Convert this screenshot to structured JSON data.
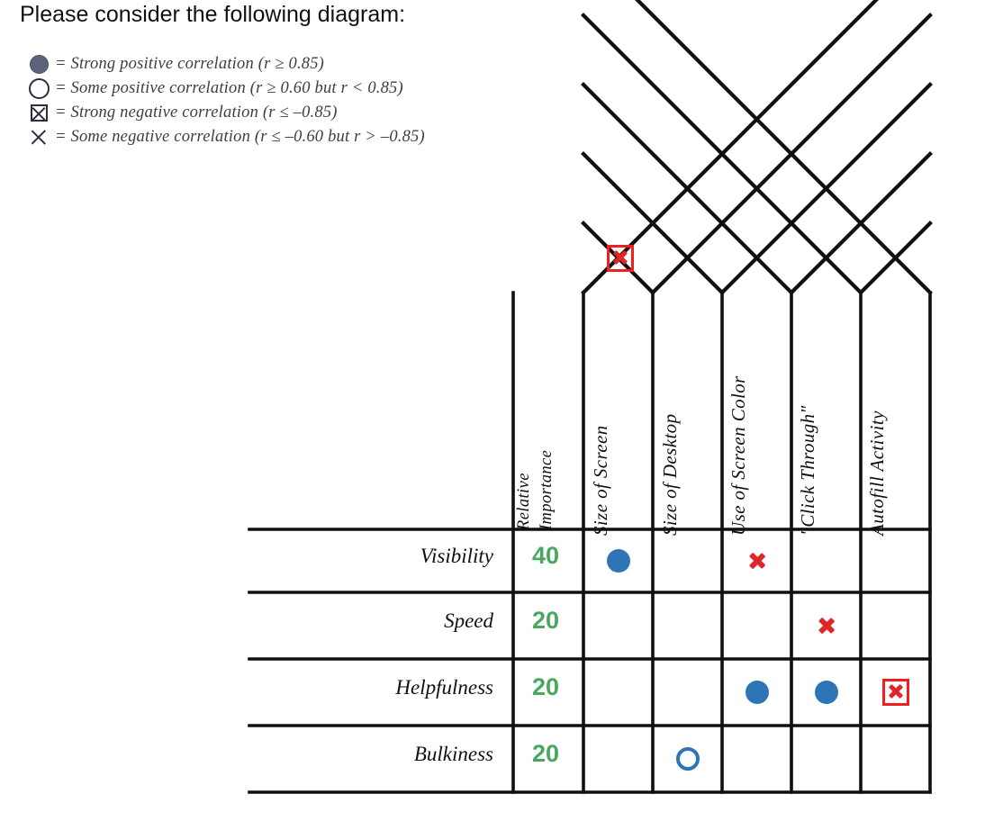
{
  "prompt": {
    "text": "Please consider the following diagram:"
  },
  "legend": {
    "items": [
      {
        "icon": "filled-circle-icon",
        "symbol": "filled-circle",
        "text": "= Strong positive correlation (r ≥ 0.85)"
      },
      {
        "icon": "open-circle-icon",
        "symbol": "open-circle",
        "text": "= Some positive correlation (r ≥ 0.60 but r < 0.85)"
      },
      {
        "icon": "boxed-x-icon",
        "symbol": "boxed-x",
        "text": "= Strong negative correlation (r ≤ –0.85)"
      },
      {
        "icon": "x-icon",
        "symbol": "plain-x",
        "text": "= Some negative correlation (r ≤ –0.60 but r > –0.85)"
      }
    ]
  },
  "colors": {
    "positive": "#2e75b6",
    "negative": "#e02727",
    "weight": "#4aa85e",
    "legend_glyph": "#5d6378",
    "ink": "#101010"
  },
  "chart_data": {
    "type": "table",
    "title": "House of Quality correlation matrix",
    "weight_column_header": "Relative Importance",
    "weight_column_header_lines": [
      "Relative",
      "Importance"
    ],
    "columns": [
      "Size of Screen",
      "Size of Desktop",
      "Use of Screen Color",
      "\"Click Through\"",
      "Autofill Activity"
    ],
    "rows": [
      {
        "label": "Visibility",
        "weight": "40"
      },
      {
        "label": "Speed",
        "weight": "20"
      },
      {
        "label": "Helpfulness",
        "weight": "20"
      },
      {
        "label": "Bulkiness",
        "weight": "20"
      }
    ],
    "cells": [
      {
        "row": 0,
        "col": 0,
        "symbol": "filled-circle",
        "meaning": "Strong positive correlation"
      },
      {
        "row": 0,
        "col": 2,
        "symbol": "plain-x",
        "meaning": "Some negative correlation"
      },
      {
        "row": 1,
        "col": 3,
        "symbol": "plain-x",
        "meaning": "Some negative correlation"
      },
      {
        "row": 2,
        "col": 2,
        "symbol": "filled-circle",
        "meaning": "Strong positive correlation"
      },
      {
        "row": 2,
        "col": 3,
        "symbol": "filled-circle",
        "meaning": "Strong positive correlation"
      },
      {
        "row": 2,
        "col": 4,
        "symbol": "boxed-x",
        "meaning": "Strong negative correlation"
      },
      {
        "row": 3,
        "col": 1,
        "symbol": "open-circle",
        "meaning": "Some positive correlation"
      }
    ],
    "roof": {
      "description": "Triangular correlation roof linking the five column criteria",
      "cells": [
        {
          "colA": 0,
          "colB": 1,
          "symbol": "boxed-x",
          "meaning": "Strong negative correlation"
        }
      ]
    }
  }
}
